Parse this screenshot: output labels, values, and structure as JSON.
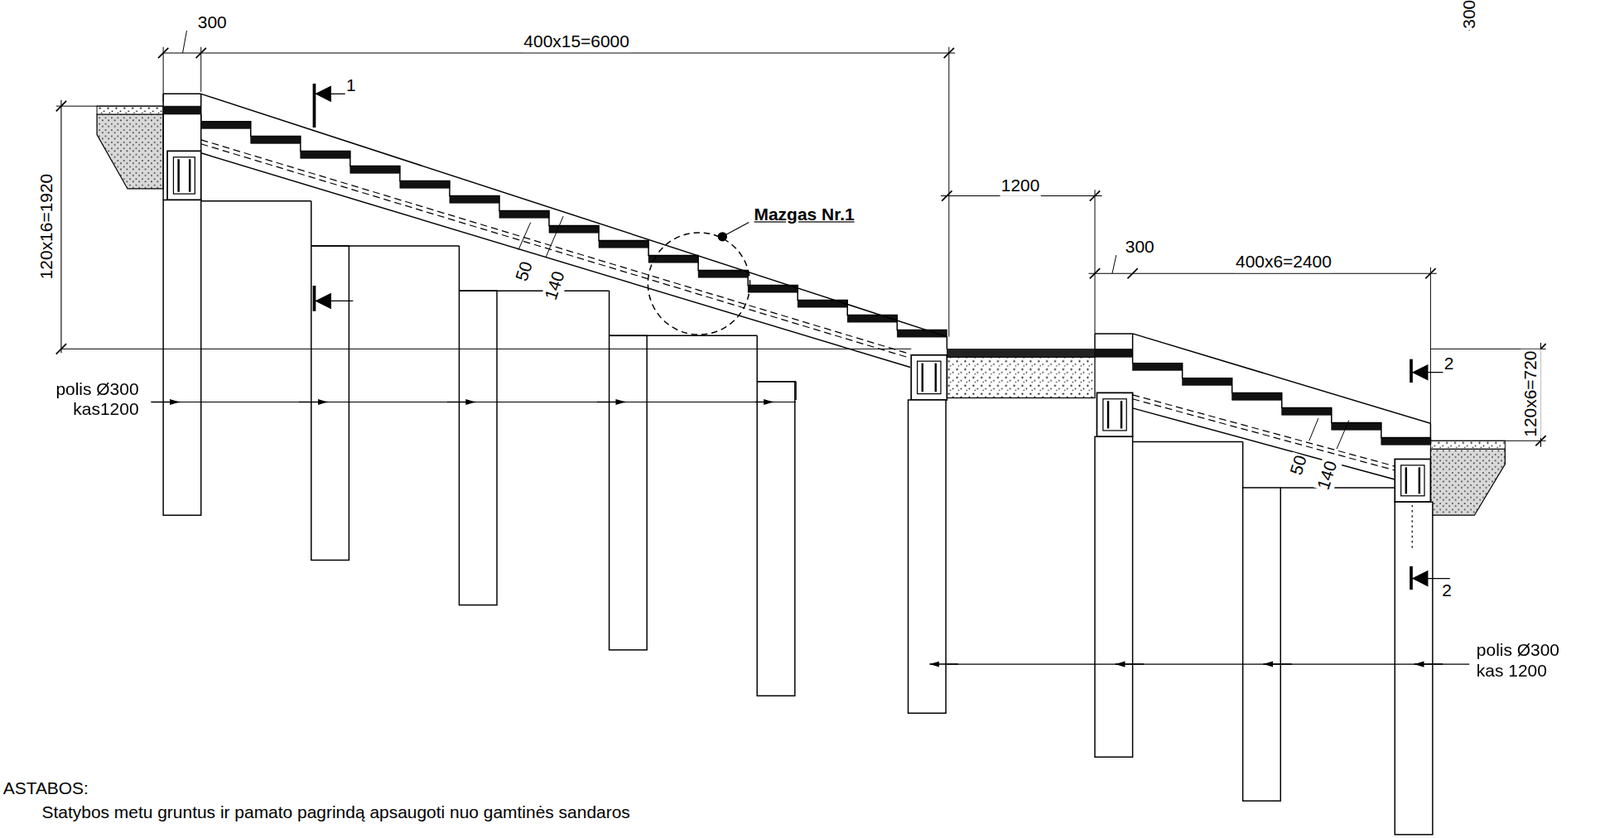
{
  "diagram": {
    "labels": [
      "300",
      "400x15=6000",
      "1",
      "120x16=1920",
      "Mazgas Nr.1",
      "50",
      "140",
      "1200",
      "300",
      "400x6=2400",
      "2",
      "120x6=720",
      "polis Ø300 kas1200",
      "50",
      "140",
      "2",
      "polis Ø300 kas 1200",
      "ASTABOS:",
      "Statybos metu gruntus ir pamato pagrindą apsaugoti nuo gamtinės sandaros",
      "300"
    ]
  }
}
